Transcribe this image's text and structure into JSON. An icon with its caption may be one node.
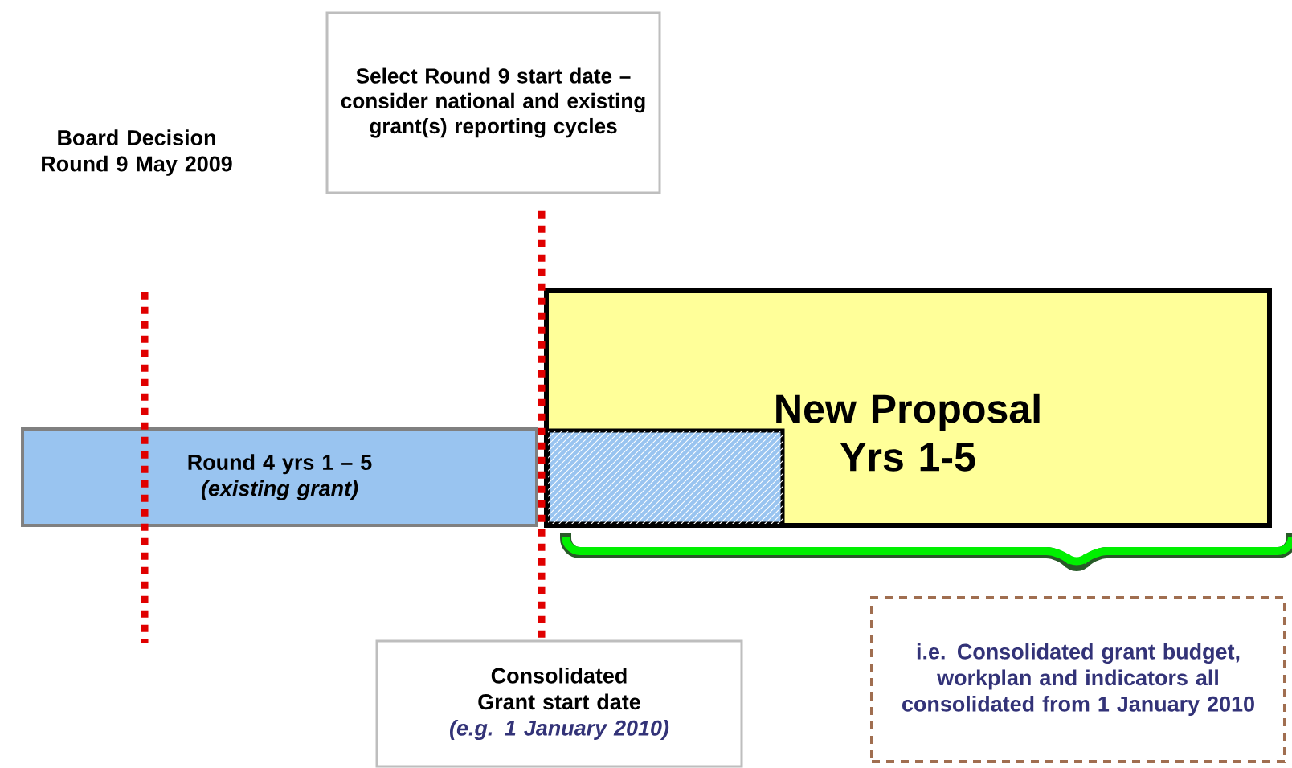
{
  "diagram": {
    "nodes": [
      {
        "text": [
          "Board Decision Round 9 May 2009"
        ]
      },
      {
        "text": [
          "Select Round 9 start date – consider national and existing grant(s) reporting cycles"
        ]
      },
      {
        "text": [
          "Round 4 yrs 1 – 5",
          "(existing grant)"
        ]
      },
      {
        "text": [
          "New Proposal Yrs 1-5"
        ]
      },
      {
        "text": [
          "Consolidated Grant start date",
          "(e.g. 1 January 2010)"
        ]
      },
      {
        "text": [
          "i.e. Consolidated grant budget, workplan and indicators all consolidated from 1 January 2010"
        ]
      }
    ],
    "edges": [
      {
        "from": 0,
        "to": null,
        "arrow": "none",
        "style": "dashed",
        "color": "#e00000"
      },
      {
        "from": 1,
        "to": 4,
        "arrow": "none",
        "style": "dashed",
        "color": "#e00000"
      }
    ]
  }
}
